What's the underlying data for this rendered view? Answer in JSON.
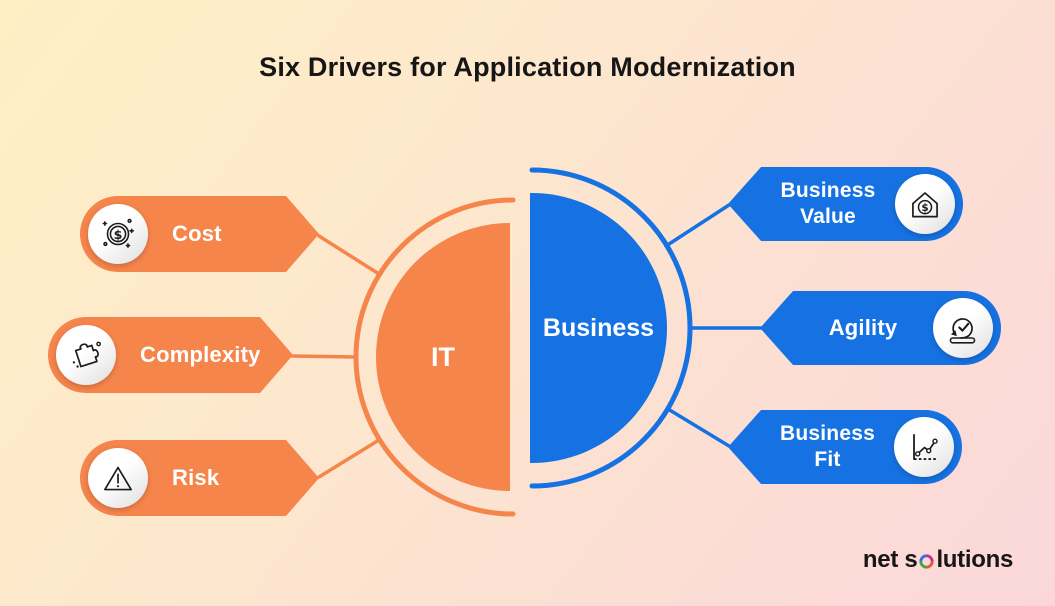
{
  "title": "Six Drivers for Application Modernization",
  "colors": {
    "it_orange": "#F6854C",
    "business_blue": "#1672E2",
    "background_top_left": "#FFEFC4",
    "background_bottom_right": "#FBD7DB",
    "text_dark": "#161616",
    "pill_text": "#FFFFFF"
  },
  "it_side": {
    "label": "IT",
    "drivers": [
      {
        "label": "Cost",
        "icon": "dollar-coin-icon"
      },
      {
        "label": "Complexity",
        "icon": "puzzle-icon"
      },
      {
        "label": "Risk",
        "icon": "warning-triangle-icon"
      }
    ]
  },
  "business_side": {
    "label": "Business",
    "drivers": [
      {
        "label": "Business Value",
        "icon": "house-dollar-icon"
      },
      {
        "label": "Agility",
        "icon": "agile-loop-icon"
      },
      {
        "label": "Business Fit",
        "icon": "line-chart-icon"
      }
    ]
  },
  "brand": {
    "pre": "net s",
    "post": "lutions"
  }
}
